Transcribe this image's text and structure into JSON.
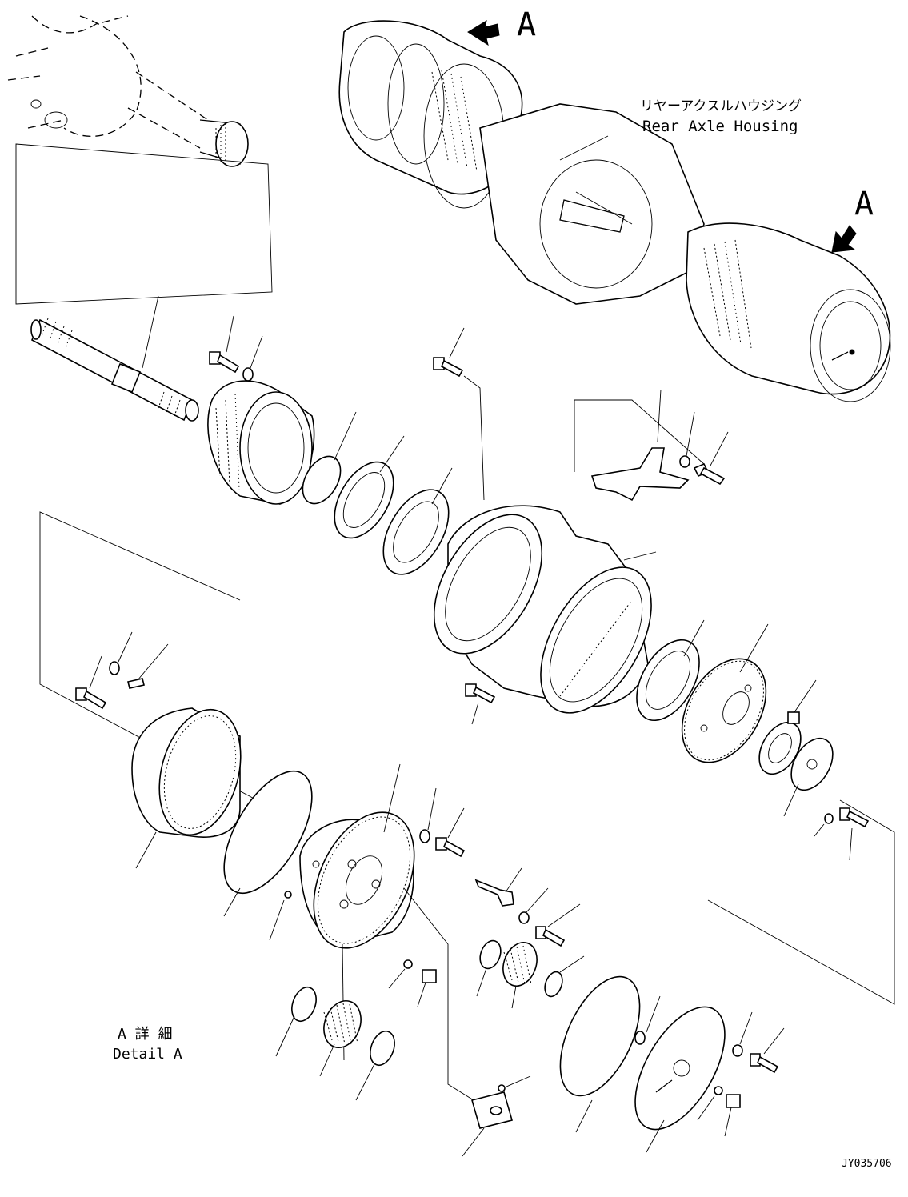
{
  "labels": {
    "view_marker": "A",
    "housing_jp": "リヤーアクスルハウジング",
    "housing_en": "Rear Axle Housing",
    "detail_jp": "A 詳 細",
    "detail_en": "Detail A",
    "drawing_id": "JY035706"
  },
  "icons": {
    "arrow": "arrow-icon"
  }
}
